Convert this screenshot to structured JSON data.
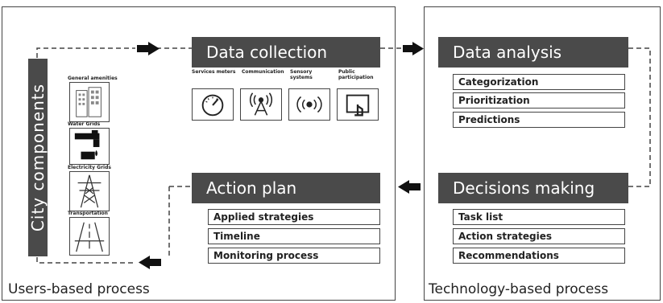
{
  "panels": {
    "users": "Users-based process",
    "technology": "Technology-based process"
  },
  "city": {
    "title": "City components",
    "components": [
      {
        "label": "General amenities",
        "icon": "buildings-icon"
      },
      {
        "label": "Water Grids",
        "icon": "water-tap-icon"
      },
      {
        "label": "Electricity Grids",
        "icon": "power-tower-icon"
      },
      {
        "label": "Transportation",
        "icon": "road-icon"
      }
    ]
  },
  "data_collection": {
    "title": "Data collection",
    "sources": [
      {
        "label": "Services meters",
        "icon": "meter-icon"
      },
      {
        "label": "Communication",
        "icon": "antenna-icon"
      },
      {
        "label": "Sensory systems",
        "icon": "sensor-icon"
      },
      {
        "label": "Public participation",
        "icon": "touch-screen-icon"
      }
    ]
  },
  "data_analysis": {
    "title": "Data analysis",
    "items": [
      "Categorization",
      "Prioritization",
      "Predictions"
    ]
  },
  "decisions_making": {
    "title": "Decisions making",
    "items": [
      "Task list",
      "Action strategies",
      "Recommendations"
    ]
  },
  "action_plan": {
    "title": "Action plan",
    "items": [
      "Applied strategies",
      "Timeline",
      "Monitoring process"
    ]
  },
  "colors": {
    "dark": "#4a4a4a",
    "border": "#444444",
    "text": "#222222"
  }
}
